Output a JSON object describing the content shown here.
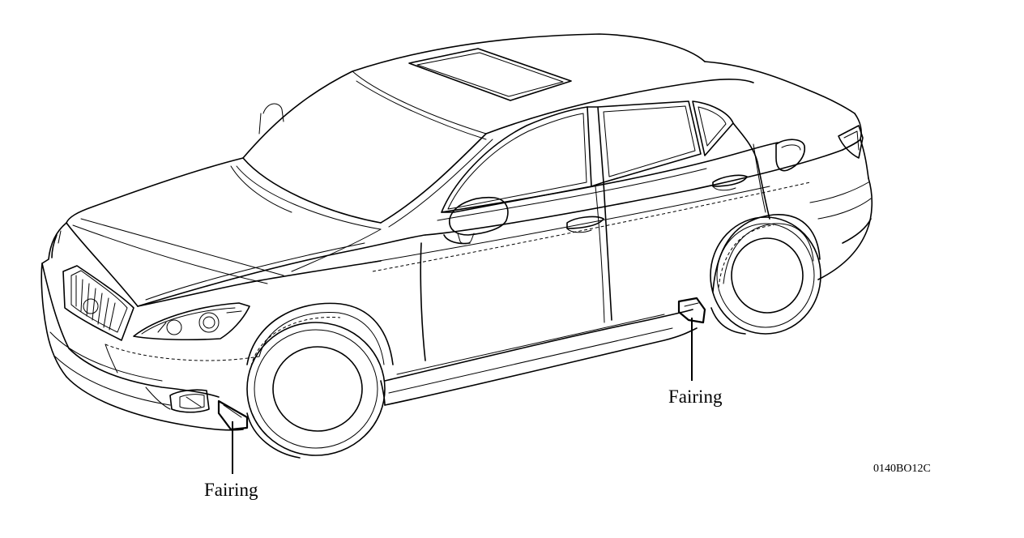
{
  "callouts": {
    "side_fairing": "Fairing",
    "front_fairing": "Fairing"
  },
  "figure_code": "0140BO12C",
  "colors": {
    "line": "#000000",
    "background": "#ffffff"
  }
}
